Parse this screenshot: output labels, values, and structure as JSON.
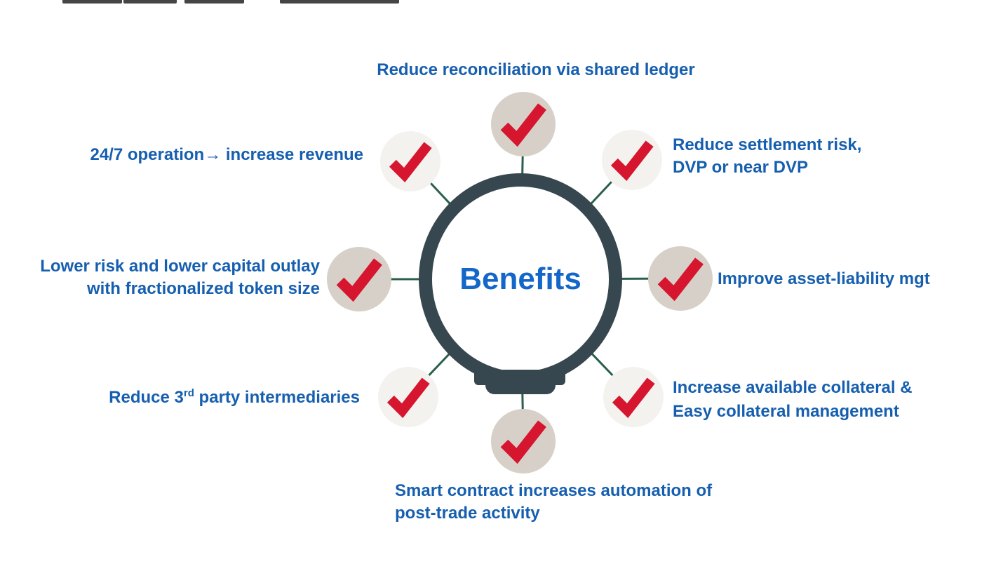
{
  "diagram": {
    "center_label": "Benefits",
    "nodes": [
      {
        "position": "top",
        "circle_style": "beige",
        "label": "Reduce reconciliation via shared ledger",
        "lines": [
          "Reduce reconciliation via shared ledger"
        ]
      },
      {
        "position": "upper-left",
        "circle_style": "light",
        "label": "24/7 operation→ increase revenue",
        "lines": [
          "24/7 operation→ increase revenue"
        ]
      },
      {
        "position": "upper-right",
        "circle_style": "light",
        "label": "Reduce settlement risk, DVP or near DVP",
        "lines": [
          "Reduce settlement risk,",
          "DVP or near DVP"
        ]
      },
      {
        "position": "left",
        "circle_style": "beige",
        "label": "Lower risk and lower capital outlay with fractionalized token size",
        "lines": [
          "Lower risk and lower capital outlay",
          "with fractionalized token size"
        ]
      },
      {
        "position": "right",
        "circle_style": "beige",
        "label": "Improve asset-liability mgt",
        "lines": [
          "Improve asset-liability mgt"
        ]
      },
      {
        "position": "lower-left",
        "circle_style": "light",
        "label": "Reduce 3rd party intermediaries",
        "label_parts": {
          "prefix": "Reduce 3",
          "superscript": "rd",
          "suffix": " party intermediaries"
        }
      },
      {
        "position": "lower-right",
        "circle_style": "light",
        "label": "Increase available collateral & Easy collateral management",
        "lines": [
          "Increase available collateral &",
          "Easy collateral management"
        ]
      },
      {
        "position": "bottom",
        "circle_style": "beige",
        "label": "Smart contract increases automation of post-trade activity",
        "lines": [
          "Smart contract increases automation of",
          "post-trade activity"
        ]
      }
    ],
    "icons": {
      "node_icon": "checkmark-icon"
    },
    "colors": {
      "label_blue": "#165FB0",
      "center_blue": "#1467C9",
      "check_red": "#D6152F",
      "ring_dark": "#37474F",
      "spoke_green": "#2A5F4D",
      "circle_beige": "#D6D0C8",
      "circle_light": "#F3F2EF",
      "cropped_text_gray": "#454545",
      "background": "#FFFFFF"
    }
  }
}
